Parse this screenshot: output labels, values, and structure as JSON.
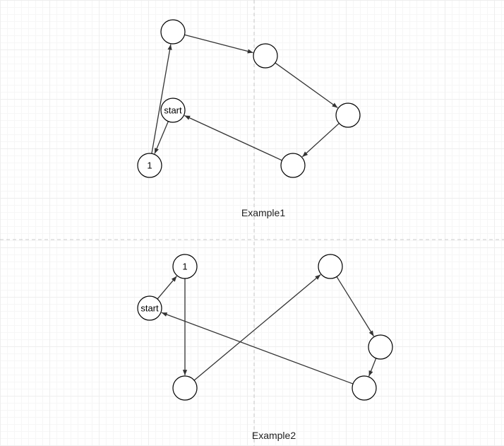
{
  "diagrams": [
    {
      "caption": "Example1",
      "nodes": [
        {
          "id": "a1",
          "label": ""
        },
        {
          "id": "a2",
          "label": ""
        },
        {
          "id": "a3",
          "label": ""
        },
        {
          "id": "a4",
          "label": ""
        },
        {
          "id": "a_start",
          "label": "start"
        },
        {
          "id": "a_1",
          "label": "1"
        }
      ],
      "edges": [
        {
          "from": "a1",
          "to": "a2"
        },
        {
          "from": "a2",
          "to": "a3"
        },
        {
          "from": "a3",
          "to": "a4"
        },
        {
          "from": "a4",
          "to": "a_start"
        },
        {
          "from": "a_start",
          "to": "a_1"
        },
        {
          "from": "a_1",
          "to": "a1"
        }
      ]
    },
    {
      "caption": "Example2",
      "nodes": [
        {
          "id": "b_1",
          "label": "1"
        },
        {
          "id": "b_start",
          "label": "start"
        },
        {
          "id": "b_bl",
          "label": ""
        },
        {
          "id": "b_tr",
          "label": ""
        },
        {
          "id": "b_r",
          "label": ""
        },
        {
          "id": "b_br",
          "label": ""
        }
      ],
      "edges": [
        {
          "from": "b_start",
          "to": "b_1"
        },
        {
          "from": "b_1",
          "to": "b_bl"
        },
        {
          "from": "b_bl",
          "to": "b_tr"
        },
        {
          "from": "b_tr",
          "to": "b_r"
        },
        {
          "from": "b_r",
          "to": "b_br"
        },
        {
          "from": "b_br",
          "to": "b_start"
        }
      ]
    }
  ]
}
